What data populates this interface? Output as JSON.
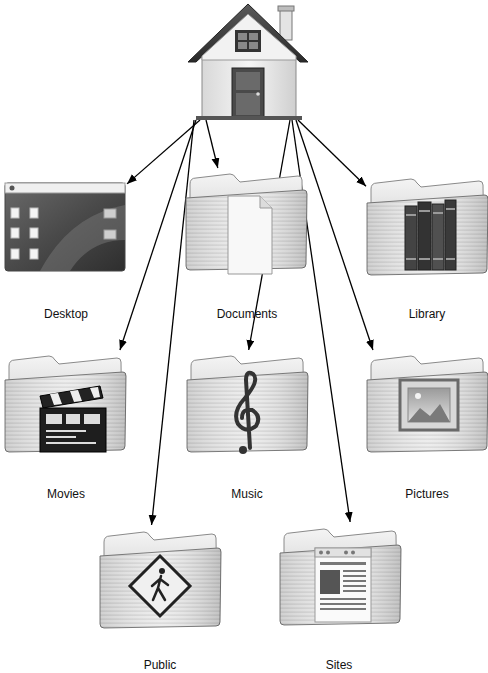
{
  "diagram": {
    "nodes": [
      {
        "text": []
      },
      {
        "text": [
          "Desktop"
        ]
      },
      {
        "text": [
          "Documents"
        ]
      },
      {
        "text": [
          "Library"
        ]
      },
      {
        "text": [
          "Movies"
        ]
      },
      {
        "text": [
          "Music"
        ]
      },
      {
        "text": [
          "Pictures"
        ]
      },
      {
        "text": [
          "Public"
        ]
      },
      {
        "text": [
          "Sites"
        ]
      }
    ],
    "edges": [
      {
        "from": 0,
        "to": 1,
        "arrow": "to"
      },
      {
        "from": 0,
        "to": 2,
        "arrow": "to"
      },
      {
        "from": 0,
        "to": 3,
        "arrow": "to"
      },
      {
        "from": 0,
        "to": 4,
        "arrow": "to"
      },
      {
        "from": 0,
        "to": 5,
        "arrow": "to"
      },
      {
        "from": 0,
        "to": 6,
        "arrow": "to"
      },
      {
        "from": 0,
        "to": 7,
        "arrow": "to"
      },
      {
        "from": 0,
        "to": 8,
        "arrow": "to"
      }
    ]
  }
}
